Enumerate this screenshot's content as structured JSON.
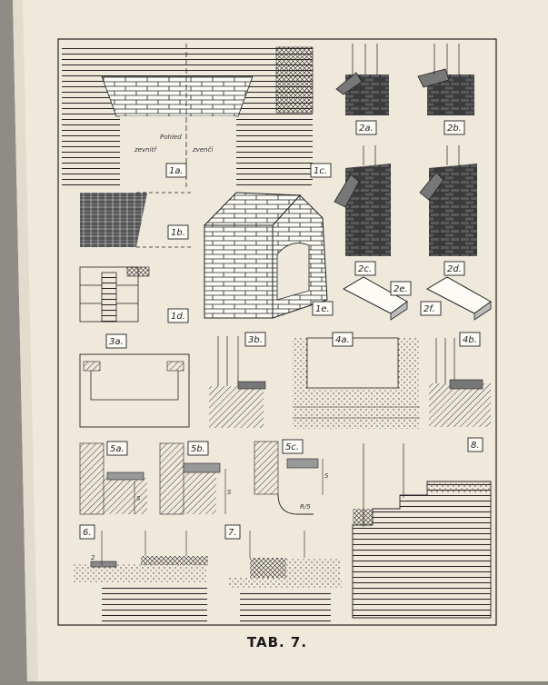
{
  "page": {
    "title": "TAB. 7.",
    "paper_color": "#efe9dc",
    "ink_color": "#1f1f1f"
  },
  "figures": [
    {
      "id": "fig-1a",
      "label": "1a."
    },
    {
      "id": "fig-1b",
      "label": "1b."
    },
    {
      "id": "fig-1c",
      "label": "1c."
    },
    {
      "id": "fig-1d",
      "label": "1d."
    },
    {
      "id": "fig-1e",
      "label": "1e."
    },
    {
      "id": "fig-2a",
      "label": "2a."
    },
    {
      "id": "fig-2b",
      "label": "2b."
    },
    {
      "id": "fig-2c",
      "label": "2c."
    },
    {
      "id": "fig-2d",
      "label": "2d."
    },
    {
      "id": "fig-2e",
      "label": "2e."
    },
    {
      "id": "fig-2f",
      "label": "2f."
    },
    {
      "id": "fig-3a",
      "label": "3a."
    },
    {
      "id": "fig-3b",
      "label": "3b."
    },
    {
      "id": "fig-4a",
      "label": "4a."
    },
    {
      "id": "fig-4b",
      "label": "4b."
    },
    {
      "id": "fig-5a",
      "label": "5a."
    },
    {
      "id": "fig-5b",
      "label": "5b."
    },
    {
      "id": "fig-5c",
      "label": "5c."
    },
    {
      "id": "fig-6",
      "label": "6."
    },
    {
      "id": "fig-7",
      "label": "7."
    },
    {
      "id": "fig-8",
      "label": "8."
    }
  ],
  "annotations": {
    "pohled": "Pohled",
    "zevnitr": "zevnitř",
    "zvenci": "zvenčí",
    "dim_s": "S",
    "dim_r": "R/5",
    "dim_2": "2"
  }
}
